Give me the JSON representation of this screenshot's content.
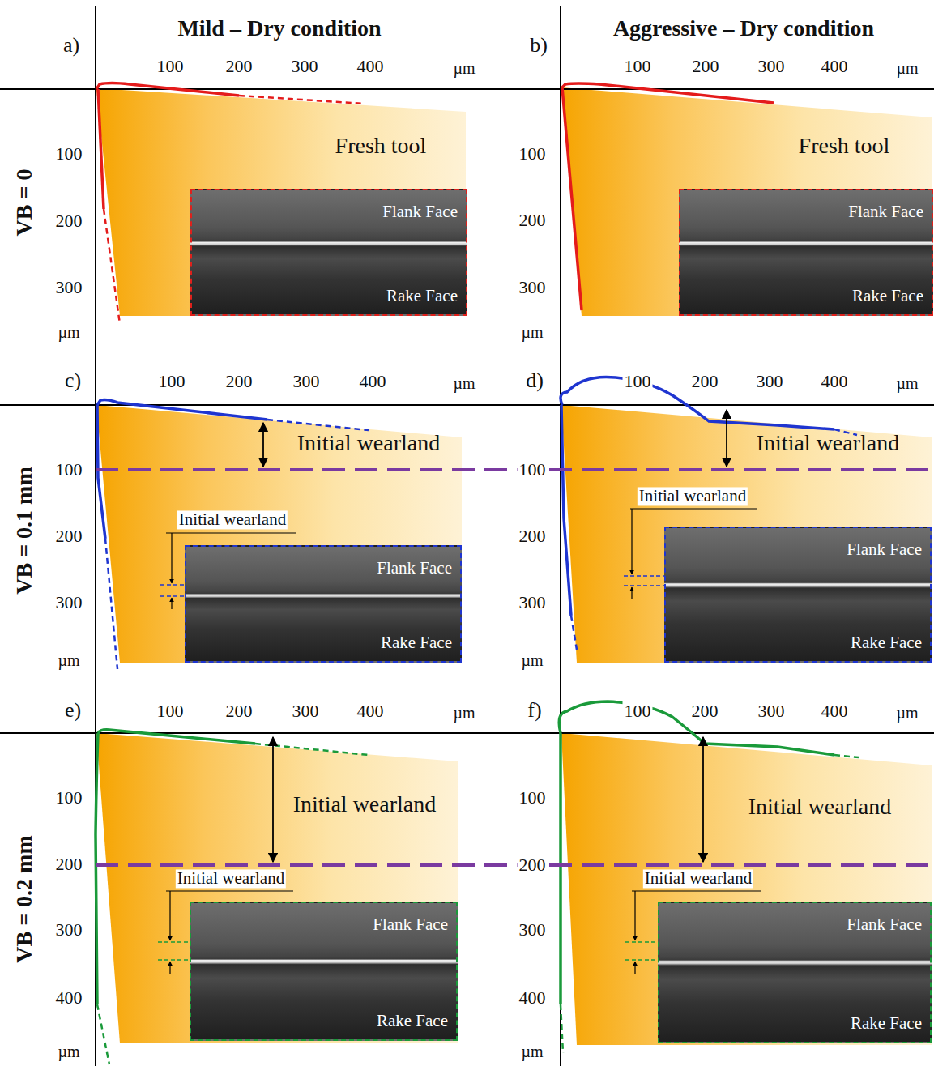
{
  "diagram": {
    "nodes": [
      {
        "text": [
          "Fresh tool"
        ]
      },
      {
        "text": [
          "Flank Face",
          "Rake Face"
        ],
        "in": 0
      },
      {
        "text": [
          "Fresh tool"
        ]
      },
      {
        "text": [
          "Flank Face",
          "Rake Face"
        ],
        "in": 2
      },
      {
        "text": [
          "Initial wearland"
        ]
      },
      {
        "text": [
          "Flank Face",
          "Rake Face"
        ],
        "in": 4
      },
      {
        "text": [
          "Initial wearland"
        ]
      },
      {
        "text": [
          "Flank Face",
          "Rake Face"
        ],
        "in": 6
      },
      {
        "text": [
          "Initial wearland"
        ]
      },
      {
        "text": [
          "Flank Face",
          "Rake Face"
        ],
        "in": 8
      },
      {
        "text": [
          "Initial wearland"
        ]
      },
      {
        "text": [
          "Flank Face",
          "Rake Face"
        ],
        "in": 10
      }
    ],
    "labels": [
      "Mild – Dry condition",
      "Aggressive – Dry condition",
      "VB = 0",
      "VB = 0.1 mm",
      "VB = 0.2 mm",
      "a)",
      "100",
      "200",
      "300",
      "400",
      "µm",
      "100",
      "200",
      "300",
      "µm",
      "b)",
      "100",
      "200",
      "300",
      "400",
      "µm",
      "100",
      "200",
      "300",
      "µm",
      "c)",
      "100",
      "200",
      "300",
      "400",
      "µm",
      "100",
      "200",
      "300",
      "µm",
      "Initial wearland",
      "d)",
      "100",
      "200",
      "300",
      "400",
      "µm",
      "100",
      "200",
      "300",
      "µm",
      "Initial wearland",
      "e)",
      "100",
      "200",
      "300",
      "400",
      "µm",
      "100",
      "200",
      "300",
      "400",
      "µm",
      "Initial wearland",
      "f)",
      "100",
      "200",
      "300",
      "400",
      "µm",
      "100",
      "200",
      "300",
      "400",
      "µm",
      "Initial wearland"
    ]
  }
}
